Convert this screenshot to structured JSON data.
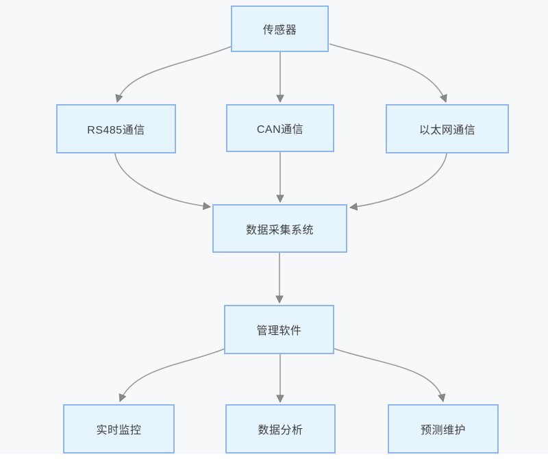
{
  "page": {
    "background_color": "#f7f8fa",
    "bottom_strip_color": "#ffffff"
  },
  "diagram": {
    "type": "flowchart",
    "colors": {
      "node_fill": "#e5f4fd",
      "node_border": "#8fb5f0",
      "node_text": "#3f3f3f",
      "edge_stroke": "#999999",
      "arrowhead_fill": "#8a8a8a"
    },
    "nodes": [
      {
        "id": "sensor",
        "label": "传感器"
      },
      {
        "id": "rs485",
        "label": "RS485通信"
      },
      {
        "id": "can",
        "label": "CAN通信"
      },
      {
        "id": "ethernet",
        "label": "以太网通信"
      },
      {
        "id": "daq",
        "label": "数据采集系统"
      },
      {
        "id": "software",
        "label": "管理软件"
      },
      {
        "id": "monitoring",
        "label": "实时监控"
      },
      {
        "id": "analysis",
        "label": "数据分析"
      },
      {
        "id": "maintenance",
        "label": "预测维护"
      }
    ],
    "edges": [
      {
        "from": "传感器",
        "to": "RS485通信"
      },
      {
        "from": "传感器",
        "to": "CAN通信"
      },
      {
        "from": "传感器",
        "to": "以太网通信"
      },
      {
        "from": "RS485通信",
        "to": "数据采集系统"
      },
      {
        "from": "CAN通信",
        "to": "数据采集系统"
      },
      {
        "from": "以太网通信",
        "to": "数据采集系统"
      },
      {
        "from": "数据采集系统",
        "to": "管理软件"
      },
      {
        "from": "管理软件",
        "to": "实时监控"
      },
      {
        "from": "管理软件",
        "to": "数据分析"
      },
      {
        "from": "管理软件",
        "to": "预测维护"
      }
    ]
  }
}
